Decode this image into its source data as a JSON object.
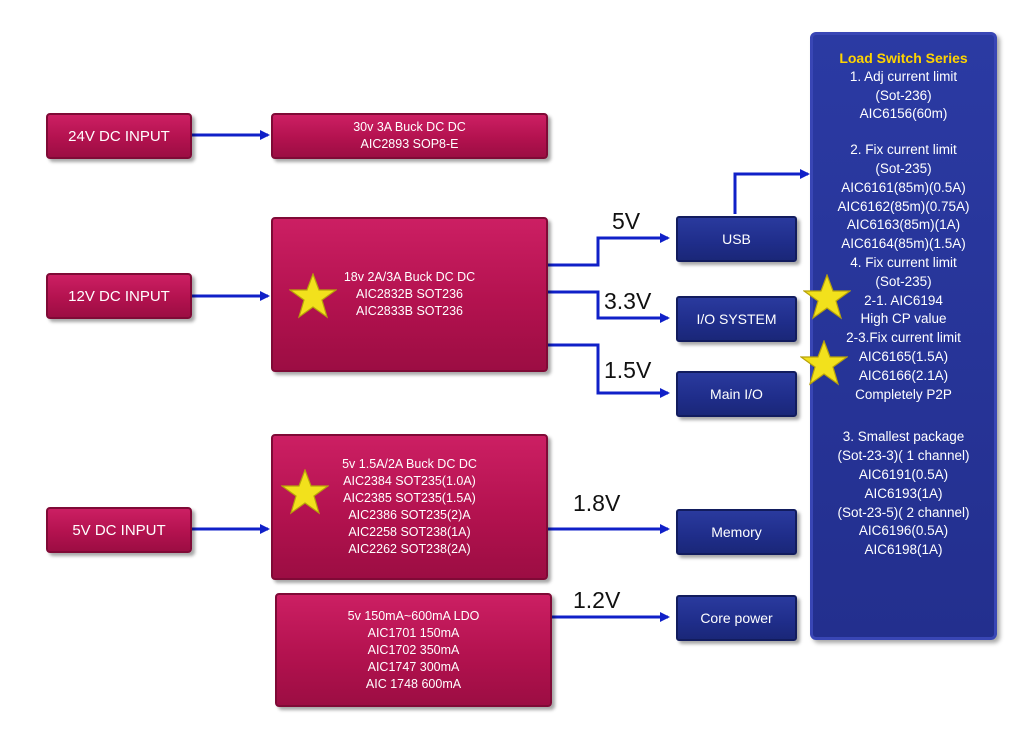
{
  "inputs": {
    "in24": "24V DC INPUT",
    "in12": "12V DC INPUT",
    "in5": "5V DC INPUT"
  },
  "converters": {
    "buck30v": [
      "30v 3A Buck DC DC",
      "AIC2893  SOP8-E"
    ],
    "buck18v": [
      "18v 2A/3A Buck DC DC",
      "AIC2832B SOT236",
      "AIC2833B SOT236"
    ],
    "buck5v": [
      "5v 1.5A/2A Buck DC DC",
      "AIC2384 SOT235(1.0A)",
      "AIC2385 SOT235(1.5A)",
      "AIC2386 SOT235(2)A",
      "AIC2258 SOT238(1A)",
      "AIC2262 SOT238(2A)"
    ],
    "ldo": [
      "5v 150mA~600mA LDO",
      "AIC1701 150mA",
      "AIC1702 350mA",
      "AIC1747 300mA",
      "AIC 1748 600mA"
    ]
  },
  "voltages": {
    "v5": "5V",
    "v33": "3.3V",
    "v15": "1.5V",
    "v18": "1.8V",
    "v12": "1.2V"
  },
  "rails": {
    "usb": "USB",
    "io_system": "I/O SYSTEM",
    "main_io": "Main I/O",
    "memory": "Memory",
    "core_power": "Core power"
  },
  "load_switch": {
    "title": "Load Switch Series",
    "group1": [
      "1. Adj current limit",
      "(Sot-236)",
      "AIC6156(60m)"
    ],
    "group2": [
      "2. Fix current limit",
      "(Sot-235)",
      "AIC6161(85m)(0.5A)",
      "AIC6162(85m)(0.75A)",
      "AIC6163(85m)(1A)",
      "AIC6164(85m)(1.5A)"
    ],
    "group4": [
      "4. Fix current limit",
      "(Sot-235)",
      "2-1. AIC6194",
      "High CP  value",
      "2-3.Fix current  limit",
      "AIC6165(1.5A)",
      "AIC6166(2.1A)",
      "Completely P2P"
    ],
    "group3": [
      "3. Smallest package",
      "(Sot-23-3)( 1 channel)",
      "AIC6191(0.5A)",
      "AIC6193(1A)",
      "(Sot-23-5)( 2 channel)",
      "AIC6196(0.5A)",
      "AIC6198(1A)"
    ]
  },
  "colors": {
    "red_box": "#b3124f",
    "blue_box": "#1f2d8a",
    "arrow": "#1020c8",
    "star": "#f2e11c",
    "title_yellow": "#ffd400"
  },
  "icons": {
    "star": "star-icon"
  }
}
